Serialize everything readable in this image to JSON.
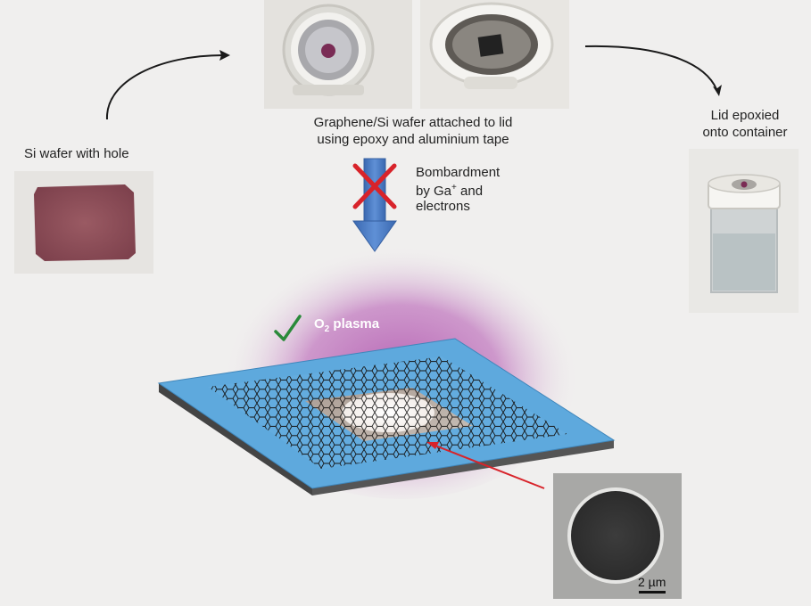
{
  "labels": {
    "si_wafer": "Si wafer with hole",
    "attach_line1": "Graphene/Si wafer attached to lid",
    "attach_line2": "using epoxy and aluminium tape",
    "bombard_line1": "Bombardment",
    "bombard_line2_prefix": "by Ga",
    "bombard_line2_sup": "+",
    "bombard_line2_suffix": " and",
    "bombard_line3": "electrons",
    "lid_line1": "Lid epoxied",
    "lid_line2": "onto container",
    "plasma_prefix": "O",
    "plasma_sub": "2",
    "plasma_suffix": " plasma",
    "scale_bar": "2 µm"
  },
  "colors": {
    "background": "#f0efee",
    "wafer_top": "#5ea9dd",
    "wafer_side": "#4a4a4a",
    "plasma": "#b25bb0",
    "arrow_blue": "#4d7fc8",
    "cross_red": "#d8232a",
    "check_green": "#2a8a3a",
    "pointer_red": "#d8232a"
  },
  "icons": {
    "blocked": "red-cross-icon",
    "success": "green-check-icon"
  }
}
